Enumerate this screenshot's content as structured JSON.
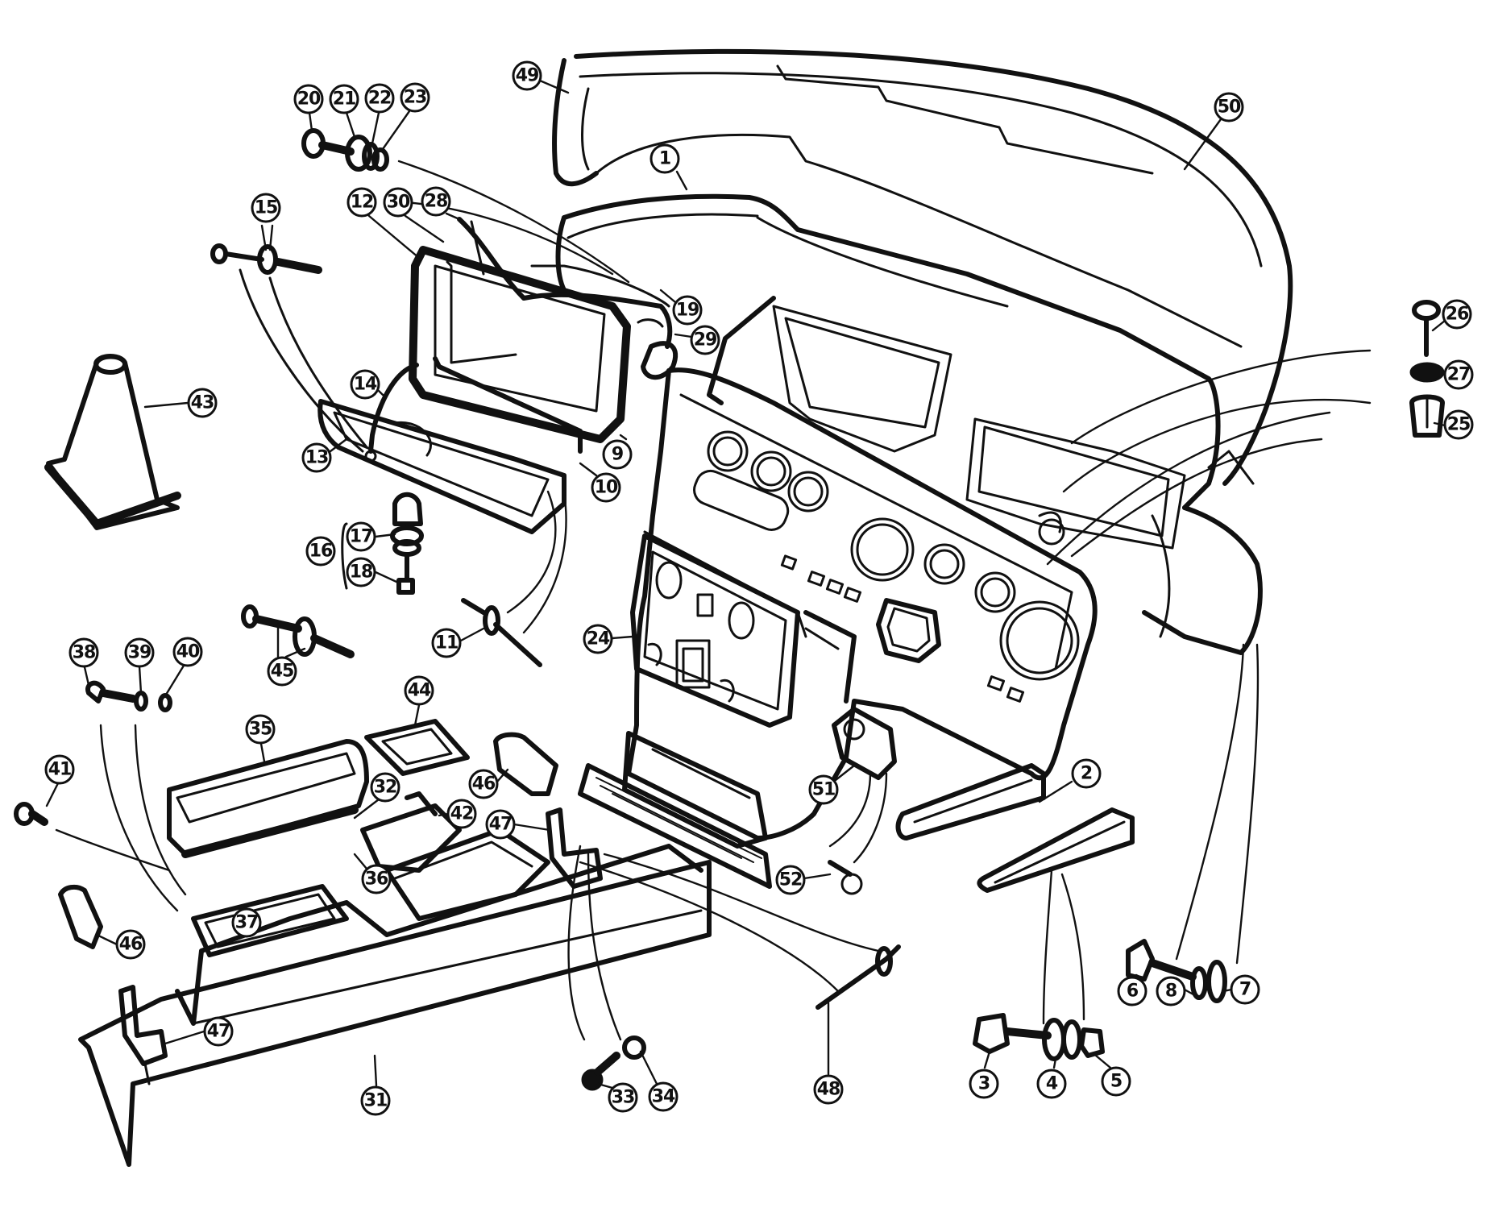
{
  "diagram": {
    "title": "Exploded parts diagram – dashboard, glovebox and centre console",
    "callouts": [
      {
        "id": "c1",
        "label": "1",
        "part": "dashboard-panel"
      },
      {
        "id": "c2a",
        "label": "2",
        "part": "support-bracket"
      },
      {
        "id": "c3",
        "label": "3",
        "part": "bolt"
      },
      {
        "id": "c4",
        "label": "4",
        "part": "washer"
      },
      {
        "id": "c5",
        "label": "5",
        "part": "nut"
      },
      {
        "id": "c6",
        "label": "6",
        "part": "bolt"
      },
      {
        "id": "c7",
        "label": "7",
        "part": "washer"
      },
      {
        "id": "c8",
        "label": "8",
        "part": "spring-washer"
      },
      {
        "id": "c9",
        "label": "9",
        "part": "glovebox-light"
      },
      {
        "id": "c10",
        "label": "10",
        "part": "hinge"
      },
      {
        "id": "c11",
        "label": "11",
        "part": "rivet"
      },
      {
        "id": "c12",
        "label": "12",
        "part": "glovebox-seal"
      },
      {
        "id": "c13",
        "label": "13",
        "part": "glovebox-lid"
      },
      {
        "id": "c14",
        "label": "14",
        "part": "check-strap"
      },
      {
        "id": "c15",
        "label": "15",
        "part": "screw-and-washer"
      },
      {
        "id": "c16",
        "label": "16",
        "part": "lock-assembly"
      },
      {
        "id": "c17",
        "label": "17",
        "part": "lock-barrel"
      },
      {
        "id": "c18",
        "label": "18",
        "part": "lock-key"
      },
      {
        "id": "c19",
        "label": "19",
        "part": "catch"
      },
      {
        "id": "c20",
        "label": "20",
        "part": "screw"
      },
      {
        "id": "c21",
        "label": "21",
        "part": "washer"
      },
      {
        "id": "c22",
        "label": "22",
        "part": "spring-washer"
      },
      {
        "id": "c23",
        "label": "23",
        "part": "nut"
      },
      {
        "id": "c24",
        "label": "24",
        "part": "centre-panel"
      },
      {
        "id": "c25",
        "label": "25",
        "part": "clip"
      },
      {
        "id": "c26",
        "label": "26",
        "part": "screw"
      },
      {
        "id": "c27",
        "label": "27",
        "part": "cup-washer"
      },
      {
        "id": "c28",
        "label": "28",
        "part": "glovebox-trim"
      },
      {
        "id": "c29",
        "label": "29",
        "part": "switch"
      },
      {
        "id": "c30",
        "label": "30",
        "part": "glovebox-liner"
      },
      {
        "id": "c31",
        "label": "31",
        "part": "centre-console"
      },
      {
        "id": "c32",
        "label": "32",
        "part": "hinge"
      },
      {
        "id": "c33",
        "label": "33",
        "part": "screw"
      },
      {
        "id": "c34",
        "label": "34",
        "part": "washer"
      },
      {
        "id": "c35",
        "label": "35",
        "part": "armrest-lid"
      },
      {
        "id": "c36",
        "label": "36",
        "part": "hinge-pin"
      },
      {
        "id": "c37",
        "label": "37",
        "part": "console-tray"
      },
      {
        "id": "c38",
        "label": "38",
        "part": "screw"
      },
      {
        "id": "c39",
        "label": "39",
        "part": "washer"
      },
      {
        "id": "c40",
        "label": "40",
        "part": "nut"
      },
      {
        "id": "c41",
        "label": "41",
        "part": "screw"
      },
      {
        "id": "c42",
        "label": "42",
        "part": "gear-lever-gaiter"
      },
      {
        "id": "c43",
        "label": "43",
        "part": "gear-lever-boot"
      },
      {
        "id": "c44",
        "label": "44",
        "part": "bezel"
      },
      {
        "id": "c45",
        "label": "45",
        "part": "screw-and-cup-washer"
      },
      {
        "id": "c46a",
        "label": "46",
        "part": "courtesy-lamp"
      },
      {
        "id": "c46b",
        "label": "46",
        "part": "courtesy-lamp"
      },
      {
        "id": "c47a",
        "label": "47",
        "part": "console-bracket"
      },
      {
        "id": "c47b",
        "label": "47",
        "part": "console-bracket"
      },
      {
        "id": "c48",
        "label": "48",
        "part": "rivet"
      },
      {
        "id": "c49",
        "label": "49",
        "part": "crash-roll"
      },
      {
        "id": "c50",
        "label": "50",
        "part": "dash-top-rail"
      },
      {
        "id": "c51",
        "label": "51",
        "part": "switch-mount"
      },
      {
        "id": "c52",
        "label": "52",
        "part": "screw"
      }
    ]
  }
}
